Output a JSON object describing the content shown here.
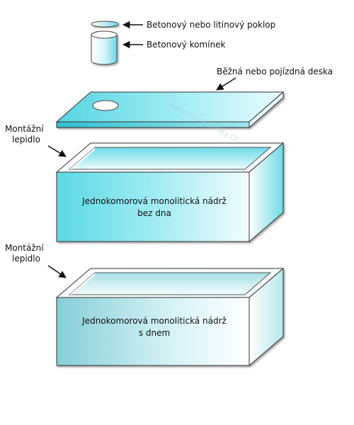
{
  "labels": {
    "cover": "Betonový nebo litinový poklop",
    "chimney": "Betonový komínek",
    "deck": "Běžná nebo pojízdná deska",
    "adhesive_1_line1": "Montážní",
    "adhesive_1_line2": "lepidlo",
    "adhesive_2_line1": "Montážní",
    "adhesive_2_line2": "lepidlo"
  },
  "tank_upper": {
    "line1": "Jednokomorová monolitická nádrž",
    "line2": "bez dna"
  },
  "tank_lower": {
    "line1": "Jednokomorová monolitická nádrž",
    "line2": "s dnem"
  },
  "watermark": "ibetonove-jimky.cz",
  "colors": {
    "cyan": "#5fd8e4",
    "cyan_dark": "#2fb9c8",
    "outline": "#333333"
  }
}
